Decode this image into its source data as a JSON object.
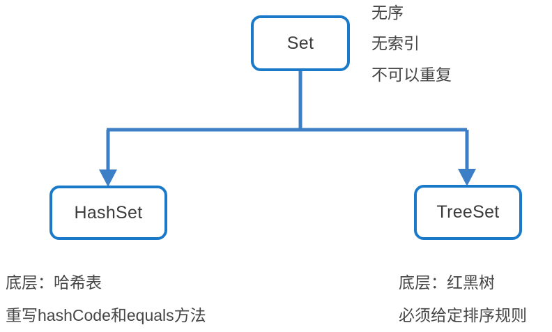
{
  "diagram": {
    "title_node": "Set",
    "background": "#ffffff",
    "accent_color": "#1a7ac9",
    "text_color": "#464646",
    "nodes": [
      {
        "id": "set",
        "label": "Set"
      },
      {
        "id": "hashset",
        "label": "HashSet"
      },
      {
        "id": "treeset",
        "label": "TreeSet"
      }
    ],
    "set_notes": [
      "无序",
      "无索引",
      "不可以重复"
    ],
    "hashset_captions": [
      "底层：哈希表",
      "重写hashCode和equals方法"
    ],
    "treeset_captions": [
      "底层：红黑树",
      "必须给定排序规则"
    ]
  }
}
